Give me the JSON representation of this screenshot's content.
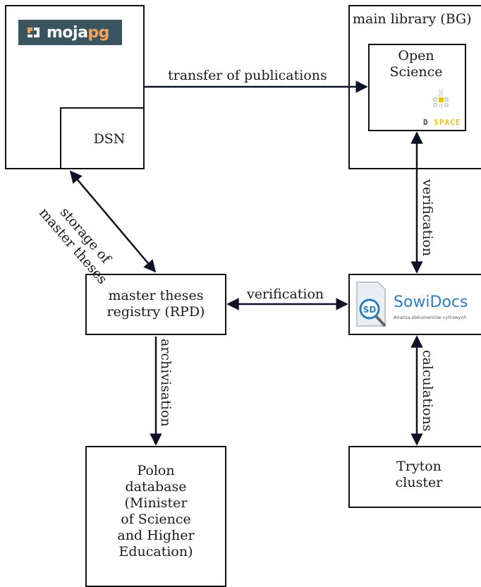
{
  "nodes": {
    "mojapg_box": {
      "logo_text_main": "moja",
      "logo_text_accent": "pg"
    },
    "dsn": "DSN",
    "main_library": "main library (BG)",
    "open_science": "Open\nScience",
    "dspace_logo": {
      "d": "D",
      "space": "SPACE"
    },
    "rpd": "master theses\nregistry (RPD)",
    "sowidocs": {
      "title": "SowiDocs",
      "subtitle": "Analiza dokumentów cyfrowych"
    },
    "polon": "Polon\ndatabase\n(Minister\nof Science\nand Higher\nEducation)",
    "tryton": "Tryton\ncluster"
  },
  "edges": {
    "transfer": "transfer of publications",
    "storage": "storage of\nmaster theses",
    "verification_h": "verification",
    "verification_v": "verification",
    "archivisation": "archivisation",
    "calculations": "calculations"
  },
  "colors": {
    "arrow": "#0d1226",
    "moja_bg": "#3a5560",
    "moja_accent": "#f4a25b",
    "sowi_blue": "#2b7ec4",
    "dspace_yellow": "#e8c21a"
  }
}
